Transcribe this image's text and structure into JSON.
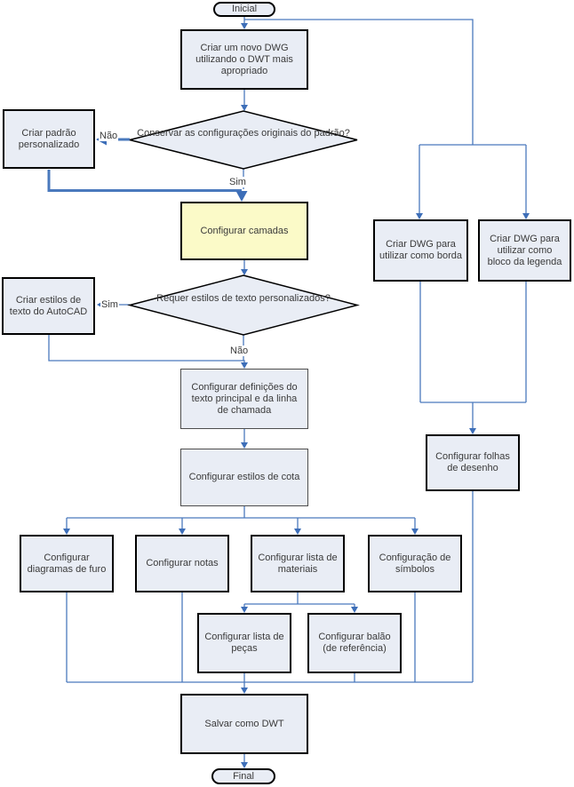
{
  "diagram": {
    "type": "flowchart",
    "language": "pt-BR",
    "topic": "Criação de um modelo DWT no AutoCAD"
  },
  "colors": {
    "line": "#4A79BD",
    "arrow": "#3D6EB8",
    "node_fill": "#E9EDF5",
    "highlight_fill": "#FBFAC8",
    "node_border": "#000000",
    "background": "#FFFFFF"
  },
  "nodes": {
    "start": {
      "label": "Inicial",
      "shape": "terminator"
    },
    "create_dwg": {
      "label": "Criar um novo DWG utilizando o DWT mais apropriado",
      "shape": "process"
    },
    "decision_keep": {
      "label": "Conservar as configurações originais do padrão?",
      "shape": "decision"
    },
    "custom_standard": {
      "label": "Criar padrão personalizado",
      "shape": "process"
    },
    "configure_layers": {
      "label": "Configurar camadas",
      "shape": "process",
      "highlighted": true
    },
    "decision_text_styles": {
      "label": "Requer estilos de texto personalizados?",
      "shape": "decision"
    },
    "create_text_styles": {
      "label": "Criar estilos de texto do AutoCAD",
      "shape": "process"
    },
    "configure_text_defs": {
      "label": "Configurar definições do texto principal e da linha de chamada",
      "shape": "process"
    },
    "configure_dim_styles": {
      "label": "Configurar estilos de cota",
      "shape": "process"
    },
    "configure_hole_charts": {
      "label": "Configurar diagramas de furo",
      "shape": "process"
    },
    "configure_notes": {
      "label": "Configurar notas",
      "shape": "process"
    },
    "configure_bom": {
      "label": "Configurar lista de materiais",
      "shape": "process"
    },
    "configure_symbols": {
      "label": "Configuração de símbolos",
      "shape": "process"
    },
    "configure_parts_list": {
      "label": "Configurar lista de peças",
      "shape": "process"
    },
    "configure_balloon": {
      "label": "Configurar balão (de referência)",
      "shape": "process"
    },
    "save_dwt": {
      "label": "Salvar como DWT",
      "shape": "process"
    },
    "end": {
      "label": "Final",
      "shape": "terminator"
    },
    "dwg_border": {
      "label": "Criar DWG para utilizar como borda",
      "shape": "process"
    },
    "dwg_title_block": {
      "label": "Criar DWG para utilizar como bloco da legenda",
      "shape": "process"
    },
    "configure_sheets": {
      "label": "Configurar folhas de desenho",
      "shape": "process"
    }
  },
  "edge_labels": {
    "no1": "Não",
    "yes1": "Sim",
    "yes2": "Sim",
    "no2": "Não"
  },
  "edges": [
    {
      "from": "start",
      "to": "create_dwg"
    },
    {
      "from": "start",
      "to": "dwg_border"
    },
    {
      "from": "start",
      "to": "dwg_title_block"
    },
    {
      "from": "create_dwg",
      "to": "decision_keep"
    },
    {
      "from": "decision_keep",
      "to": "custom_standard",
      "label": "Não"
    },
    {
      "from": "decision_keep",
      "to": "configure_layers",
      "label": "Sim"
    },
    {
      "from": "custom_standard",
      "to": "configure_layers"
    },
    {
      "from": "configure_layers",
      "to": "decision_text_styles"
    },
    {
      "from": "decision_text_styles",
      "to": "create_text_styles",
      "label": "Sim"
    },
    {
      "from": "decision_text_styles",
      "to": "configure_text_defs",
      "label": "Não"
    },
    {
      "from": "create_text_styles",
      "to": "configure_text_defs"
    },
    {
      "from": "configure_text_defs",
      "to": "configure_dim_styles"
    },
    {
      "from": "configure_dim_styles",
      "to": "configure_hole_charts"
    },
    {
      "from": "configure_dim_styles",
      "to": "configure_notes"
    },
    {
      "from": "configure_dim_styles",
      "to": "configure_bom"
    },
    {
      "from": "configure_dim_styles",
      "to": "configure_symbols"
    },
    {
      "from": "configure_bom",
      "to": "configure_parts_list"
    },
    {
      "from": "configure_bom",
      "to": "configure_balloon"
    },
    {
      "from": "dwg_border",
      "to": "configure_sheets"
    },
    {
      "from": "dwg_title_block",
      "to": "configure_sheets"
    },
    {
      "from": "configure_hole_charts",
      "to": "save_dwt"
    },
    {
      "from": "configure_notes",
      "to": "save_dwt"
    },
    {
      "from": "configure_parts_list",
      "to": "save_dwt"
    },
    {
      "from": "configure_balloon",
      "to": "save_dwt"
    },
    {
      "from": "configure_symbols",
      "to": "save_dwt"
    },
    {
      "from": "configure_sheets",
      "to": "save_dwt"
    },
    {
      "from": "save_dwt",
      "to": "end"
    }
  ]
}
